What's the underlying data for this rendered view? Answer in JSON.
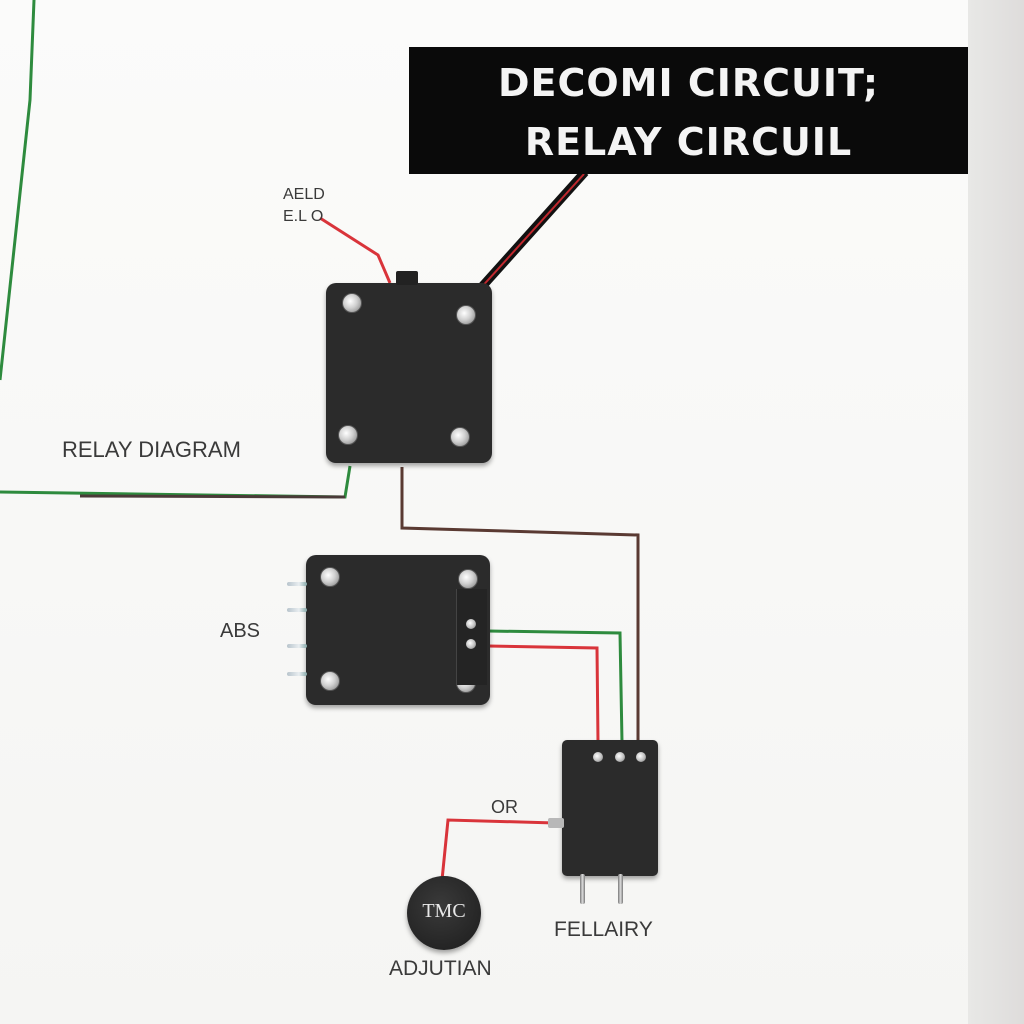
{
  "banner": {
    "line1": "DECOMI CIRCUIT;",
    "line2": "RELAY CIRCUIL"
  },
  "labels": {
    "top_small_1": "AELD",
    "top_small_2": "E.L O",
    "relay_diagram": "RELAY DIAGRAM",
    "abs": "ABS",
    "or": "OR",
    "fellairy": "FELLAIRY",
    "knob_text": "TMC",
    "adjustan": "ADJUTIAN"
  },
  "colors": {
    "banner_bg": "#0a0a0a",
    "module_body": "#2b2b2b",
    "wire_green": "#2e8b3e",
    "wire_red": "#d9343a",
    "wire_brown": "#5a3a32"
  }
}
